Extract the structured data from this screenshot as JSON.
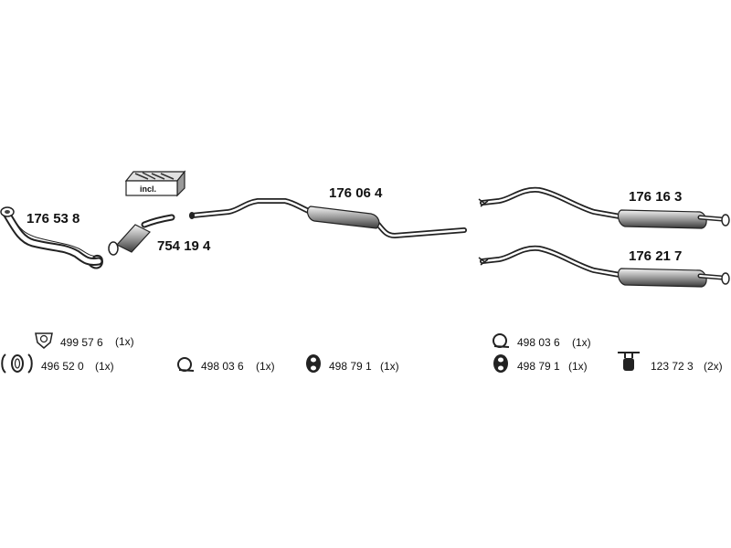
{
  "parts": {
    "front_pipe": "176 53 8",
    "catalyst": "754 19 4",
    "middle_silencer": "176 06 4",
    "rear_silencer_a": "176 16 3",
    "rear_silencer_b": "176 21 7"
  },
  "kit_label": "incl.",
  "hardware": [
    {
      "part": "499 57 6",
      "qty": "(1x)"
    },
    {
      "part": "496 52 0",
      "qty": "(1x)"
    },
    {
      "part": "498 03 6",
      "qty": "(1x)"
    },
    {
      "part": "498 79 1",
      "qty": "(1x)"
    },
    {
      "part": "498 03 6",
      "qty": "(1x)"
    },
    {
      "part": "498 79 1",
      "qty": "(1x)"
    },
    {
      "part": "123 72 3",
      "qty": "(2x)"
    }
  ]
}
